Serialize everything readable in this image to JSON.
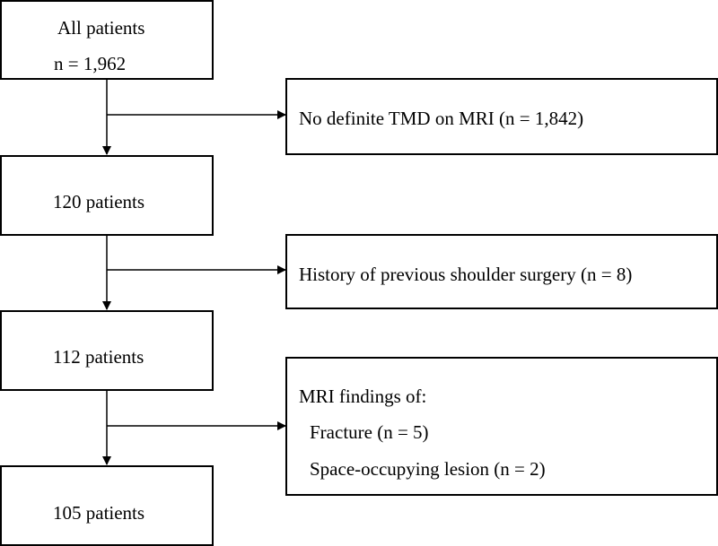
{
  "main_flow": {
    "step1": {
      "label": "All patients",
      "count": "n = 1,962"
    },
    "step2": {
      "label": "120 patients"
    },
    "step3": {
      "label": "112 patients"
    },
    "step4": {
      "label": "105 patients"
    }
  },
  "exclusions": {
    "exclusion1": {
      "text": "No definite TMD on MRI (n = 1,842)"
    },
    "exclusion2": {
      "text": "History of previous shoulder surgery (n = 8)"
    },
    "exclusion3": {
      "heading": "MRI findings of:",
      "items": [
        "Fracture (n = 5)",
        "Space-occupying lesion (n = 2)"
      ]
    }
  }
}
